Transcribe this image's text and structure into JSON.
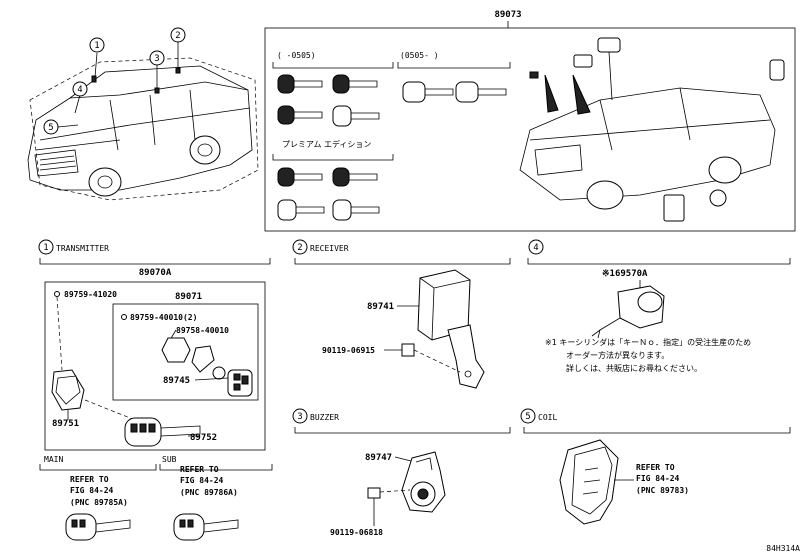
{
  "diagram_code": "84H314A",
  "top_assembly": {
    "part_no": "89073",
    "group_1_label": "(   -0505)",
    "group_2_label": "(0505-    )",
    "premium_edition_label": "プレミアム エディション"
  },
  "callouts": [
    "1",
    "2",
    "3",
    "4",
    "5"
  ],
  "sections": {
    "transmitter": {
      "number": "1",
      "title": "TRANSMITTER",
      "assembly_no": "89070A",
      "sub_assembly_no": "89071",
      "parts": {
        "p1": "89759-41020",
        "p2": "89759-40010(2)",
        "p3": "89758-40010",
        "p4": "89745",
        "p5": "89751",
        "p6": "89752"
      },
      "main_label": "MAIN",
      "sub_label": "SUB",
      "main_refer": {
        "line1": "REFER TO",
        "line2": "FIG 84-24",
        "line3": "(PNC 89785A)"
      },
      "sub_refer": {
        "line1": "REFER TO",
        "line2": "FIG 84-24",
        "line3": "(PNC 89786A)"
      }
    },
    "receiver": {
      "number": "2",
      "title": "RECEIVER",
      "part_no": "89741",
      "bolt_no": "90119-06915"
    },
    "buzzer": {
      "number": "3",
      "title": "BUZZER",
      "part_no": "89747",
      "bolt_no": "90119-06818"
    },
    "cylinder": {
      "number": "4",
      "part_no": "※169570A",
      "note_line1": "※1 キーシリンダは「キーＮｏ．指定」の受注生産のため",
      "note_line2": "オーダー方法が異なります。",
      "note_line3": "詳しくは、共販店にお尋ねください。"
    },
    "coil": {
      "number": "5",
      "title": "COIL",
      "refer": {
        "line1": "REFER TO",
        "line2": "FIG 84-24",
        "line3": "(PNC 89783)"
      }
    }
  }
}
